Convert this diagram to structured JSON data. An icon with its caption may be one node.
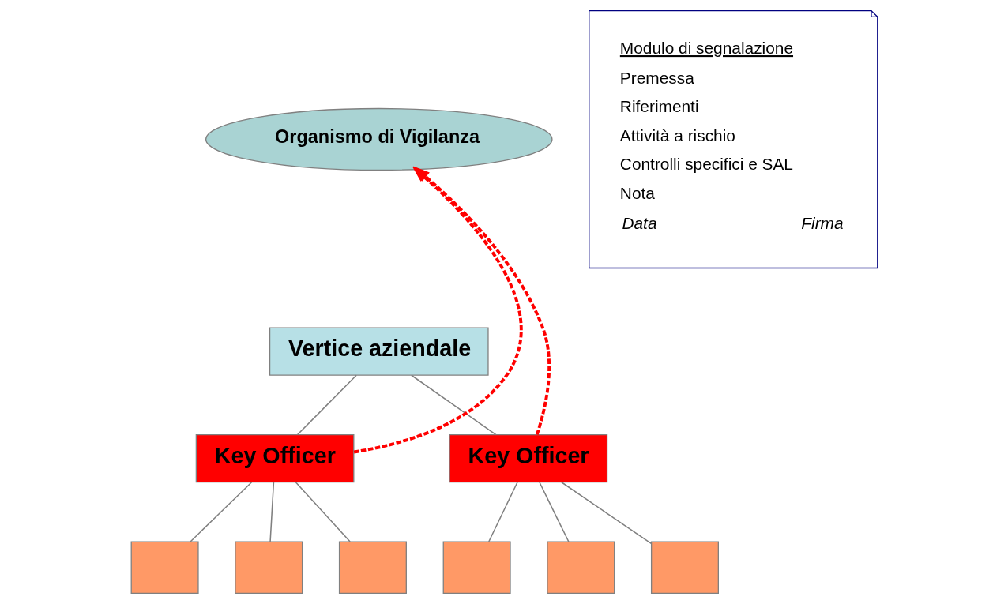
{
  "diagram": {
    "nodes": [
      {
        "text": [
          "Organismo di Vigilanza"
        ]
      },
      {
        "text": [
          "Modulo di segnalazione",
          "Premessa",
          "Riferimenti",
          "Attività a rischio",
          "Controlli specifici e SAL",
          "Nota",
          "Data",
          "Firma"
        ]
      },
      {
        "text": [
          "Vertice aziendale"
        ]
      },
      {
        "text": [
          "Key Officer"
        ]
      },
      {
        "text": [
          "Key Officer"
        ]
      },
      {
        "text": [],
        "shape": "box"
      },
      {
        "text": [],
        "shape": "box"
      },
      {
        "text": [],
        "shape": "box"
      },
      {
        "text": [],
        "shape": "box"
      },
      {
        "text": [],
        "shape": "box"
      },
      {
        "text": [],
        "shape": "box"
      }
    ],
    "edges": [
      {
        "from": 2,
        "to": 3,
        "arrow": "none"
      },
      {
        "from": 2,
        "to": 4,
        "arrow": "none"
      },
      {
        "from": 3,
        "to": 5,
        "arrow": "none"
      },
      {
        "from": 3,
        "to": 6,
        "arrow": "none"
      },
      {
        "from": 3,
        "to": 7,
        "arrow": "none"
      },
      {
        "from": 4,
        "to": 8,
        "arrow": "none"
      },
      {
        "from": 4,
        "to": 9,
        "arrow": "none"
      },
      {
        "from": 4,
        "to": 10,
        "arrow": "none"
      },
      {
        "from": 3,
        "to": 0,
        "arrow": "to",
        "style": "dashed",
        "color": "#ff0000"
      },
      {
        "from": 4,
        "to": 0,
        "arrow": "to",
        "style": "dashed",
        "color": "#ff0000"
      }
    ]
  }
}
